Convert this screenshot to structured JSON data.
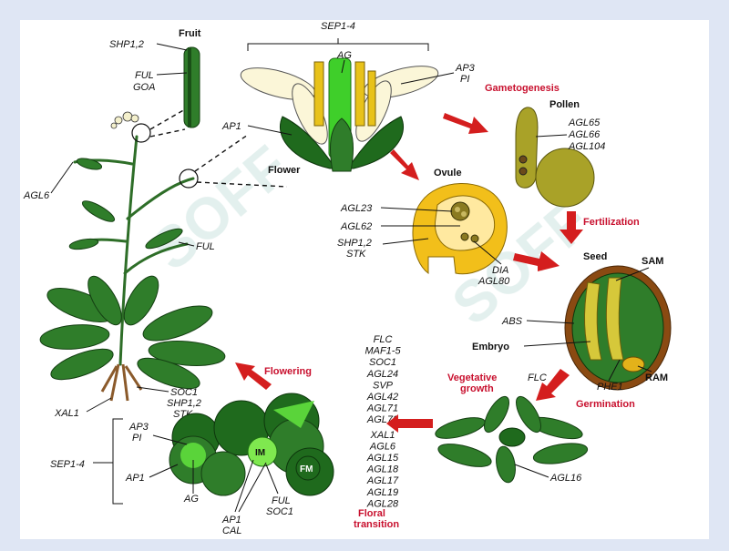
{
  "colors": {
    "accent_red": "#c8102e",
    "leaf_green": "#2f7d2a",
    "ovule_yellow": "#f2bf1a",
    "pollen_olive": "#a9a228",
    "seed_brown": "#8a4a12"
  },
  "fruit": {
    "title": "Fruit",
    "genes_1": "SHP1,2",
    "genes_2": "FUL",
    "genes_3": "GOA"
  },
  "plant": {
    "agl6": "AGL6",
    "ful": "FUL",
    "xal1": "XAL1",
    "root_1": "SOC1",
    "root_2": "SHP1,2",
    "root_3": "STK"
  },
  "flower": {
    "sep": "SEP1-4",
    "ag": "AG",
    "ap3": "AP3",
    "pi": "PI",
    "ap1": "AP1",
    "title": "Flower"
  },
  "gametogenesis": {
    "title": "Gametogenesis"
  },
  "pollen": {
    "title": "Pollen",
    "g1": "AGL65",
    "g2": "AGL66",
    "g3": "AGL104"
  },
  "ovule": {
    "title": "Ovule",
    "g1": "AGL23",
    "g2": "AGL62",
    "g3": "SHP1,2",
    "g4": "STK",
    "g5": "DIA",
    "g6": "AGL80"
  },
  "fertilization": {
    "title": "Fertilization"
  },
  "seed": {
    "title": "Seed",
    "sam": "SAM",
    "abs": "ABS",
    "embryo": "Embryo",
    "phe1": "PHE1",
    "ram": "RAM"
  },
  "germination": {
    "title": "Germination",
    "flc": "FLC"
  },
  "vegetative": {
    "title_1": "Vegetative",
    "title_2": "growth",
    "agl16": "AGL16"
  },
  "floral_transition": {
    "genes": [
      "FLC",
      "MAF1-5",
      "SOC1",
      "AGL24",
      "SVP",
      "AGL42",
      "AGL71",
      "AGL72",
      "XAL1",
      "AGL6",
      "AGL15",
      "AGL18",
      "AGL17",
      "AGL19",
      "AGL28"
    ],
    "title_1": "Floral",
    "title_2": "transition"
  },
  "inflorescence": {
    "sep": "SEP1-4",
    "ap3": "AP3",
    "pi": "PI",
    "ap1": "AP1",
    "ag": "AG",
    "im": "IM",
    "fm": "FM",
    "ful": "FUL",
    "soc1": "SOC1",
    "ap1b": "AP1",
    "cal": "CAL"
  },
  "flowering": {
    "title": "Flowering"
  },
  "watermark": {
    "text": "SOFF"
  }
}
